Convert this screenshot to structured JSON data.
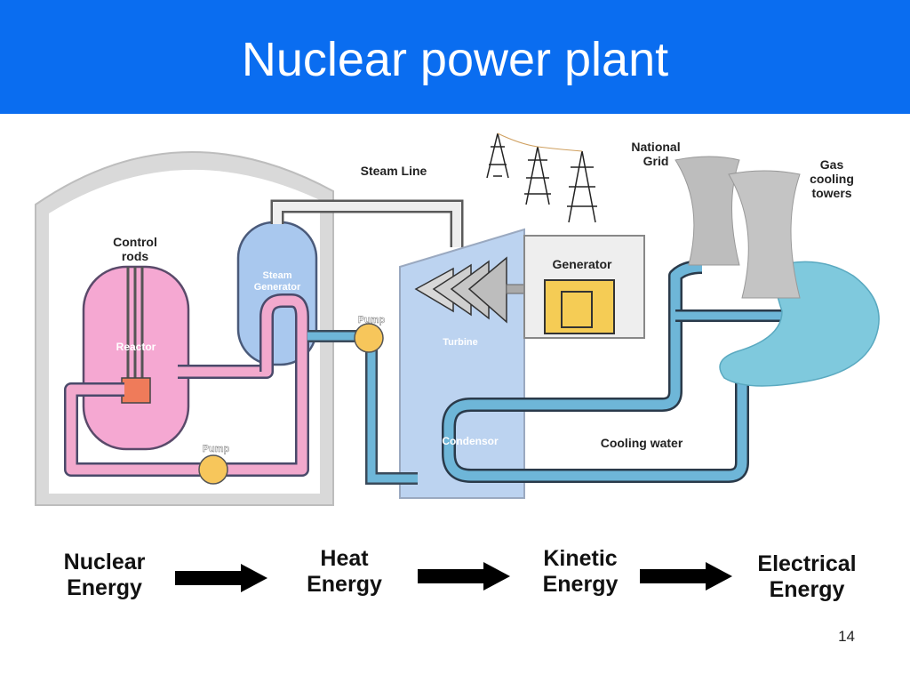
{
  "title": "Nuclear power plant",
  "diagram": {
    "labels": {
      "control_rods": [
        "Control",
        "rods"
      ],
      "steam_line": "Steam Line",
      "national_grid": [
        "National",
        "Grid"
      ],
      "gas_cooling_towers": [
        "Gas",
        "cooling",
        "towers"
      ],
      "steam_generator": [
        "Steam",
        "Generator"
      ],
      "generator": "Generator",
      "pump_top": "Pump",
      "reactor": "Reactor",
      "turbine": "Turbine",
      "pump_bottom": "Pump",
      "condensor": "Condensor",
      "cooling_water": "Cooling water"
    },
    "colors": {
      "containment": "#d9d9d9",
      "reactor": "#f5a8d2",
      "steam_generator": "#a9c8ee",
      "pipe_pink": "#f2a9cd",
      "pipe_blue": "#6eb6d8",
      "turbine_hall": "#bcd3f0",
      "pump": "#f7c65b",
      "generator": "#f5cc55",
      "water": "#7fc9dd",
      "cooling_tower": "#bdbdbd"
    }
  },
  "energy_flow": [
    "Nuclear Energy",
    "Heat Energy",
    "Kinetic Energy",
    "Electrical Energy"
  ],
  "energy_flow_lines": [
    [
      "Nuclear",
      "Energy"
    ],
    [
      "Heat",
      "Energy"
    ],
    [
      "Kinetic",
      "Energy"
    ],
    [
      "Electrical",
      "Energy"
    ]
  ],
  "page_number": "14"
}
